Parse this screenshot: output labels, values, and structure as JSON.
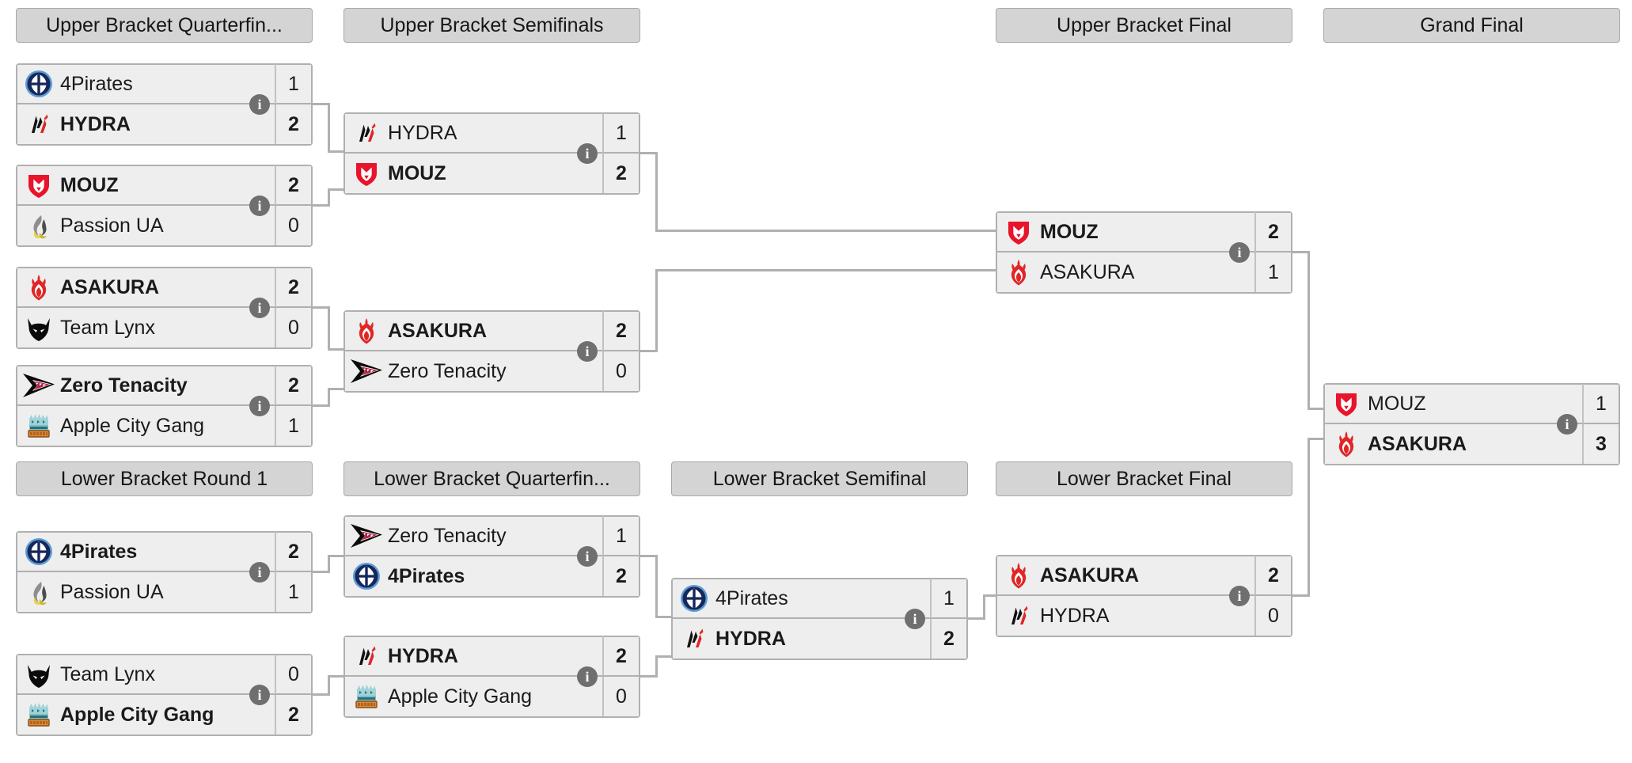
{
  "meta": {
    "accent_gray": "#b0b0b0",
    "header_bg": "#d4d4d4",
    "row_bg": "#eeeeee",
    "info_badge_glyph": "i",
    "info_badge_color": "#6f6f6f"
  },
  "rounds": [
    {
      "id": "ub-qf",
      "label": "Upper Bracket Quarterfin..."
    },
    {
      "id": "ub-sf",
      "label": "Upper Bracket Semifinals"
    },
    {
      "id": "ub-f",
      "label": "Upper Bracket Final"
    },
    {
      "id": "gf",
      "label": "Grand Final"
    },
    {
      "id": "lb-r1",
      "label": "Lower Bracket Round 1"
    },
    {
      "id": "lb-qf",
      "label": "Lower Bracket Quarterfin..."
    },
    {
      "id": "lb-sf",
      "label": "Lower Bracket Semifinal"
    },
    {
      "id": "lb-f",
      "label": "Lower Bracket Final"
    }
  ],
  "matches": [
    {
      "id": "ubqf1",
      "round": "ub-qf",
      "top": {
        "team": "4Pirates",
        "logo": "4pirates-logo",
        "score": "1",
        "winner": false
      },
      "bottom": {
        "team": "HYDRA",
        "logo": "hydra-logo",
        "score": "2",
        "winner": true
      }
    },
    {
      "id": "ubqf2",
      "round": "ub-qf",
      "top": {
        "team": "MOUZ",
        "logo": "mouz-logo",
        "score": "2",
        "winner": true
      },
      "bottom": {
        "team": "Passion UA",
        "logo": "passionua-logo",
        "score": "0",
        "winner": false
      }
    },
    {
      "id": "ubqf3",
      "round": "ub-qf",
      "top": {
        "team": "ASAKURA",
        "logo": "asakura-logo",
        "score": "2",
        "winner": true
      },
      "bottom": {
        "team": "Team Lynx",
        "logo": "teamlynx-logo",
        "score": "0",
        "winner": false
      }
    },
    {
      "id": "ubqf4",
      "round": "ub-qf",
      "top": {
        "team": "Zero Tenacity",
        "logo": "zerotenacity-logo",
        "score": "2",
        "winner": true
      },
      "bottom": {
        "team": "Apple City Gang",
        "logo": "applecity-logo",
        "score": "1",
        "winner": false
      }
    },
    {
      "id": "ubsf1",
      "round": "ub-sf",
      "top": {
        "team": "HYDRA",
        "logo": "hydra-logo",
        "score": "1",
        "winner": false
      },
      "bottom": {
        "team": "MOUZ",
        "logo": "mouz-logo",
        "score": "2",
        "winner": true
      }
    },
    {
      "id": "ubsf2",
      "round": "ub-sf",
      "top": {
        "team": "ASAKURA",
        "logo": "asakura-logo",
        "score": "2",
        "winner": true
      },
      "bottom": {
        "team": "Zero Tenacity",
        "logo": "zerotenacity-logo",
        "score": "0",
        "winner": false
      }
    },
    {
      "id": "ubf1",
      "round": "ub-f",
      "top": {
        "team": "MOUZ",
        "logo": "mouz-logo",
        "score": "2",
        "winner": true
      },
      "bottom": {
        "team": "ASAKURA",
        "logo": "asakura-logo",
        "score": "1",
        "winner": false
      }
    },
    {
      "id": "gf1",
      "round": "gf",
      "top": {
        "team": "MOUZ",
        "logo": "mouz-logo",
        "score": "1",
        "winner": false
      },
      "bottom": {
        "team": "ASAKURA",
        "logo": "asakura-logo",
        "score": "3",
        "winner": true
      }
    },
    {
      "id": "lbr1a",
      "round": "lb-r1",
      "top": {
        "team": "4Pirates",
        "logo": "4pirates-logo",
        "score": "2",
        "winner": true
      },
      "bottom": {
        "team": "Passion UA",
        "logo": "passionua-logo",
        "score": "1",
        "winner": false
      }
    },
    {
      "id": "lbr1b",
      "round": "lb-r1",
      "top": {
        "team": "Team Lynx",
        "logo": "teamlynx-logo",
        "score": "0",
        "winner": false
      },
      "bottom": {
        "team": "Apple City Gang",
        "logo": "applecity-logo",
        "score": "2",
        "winner": true
      }
    },
    {
      "id": "lbqf1",
      "round": "lb-qf",
      "top": {
        "team": "Zero Tenacity",
        "logo": "zerotenacity-logo",
        "score": "1",
        "winner": false
      },
      "bottom": {
        "team": "4Pirates",
        "logo": "4pirates-logo",
        "score": "2",
        "winner": true
      }
    },
    {
      "id": "lbqf2",
      "round": "lb-qf",
      "top": {
        "team": "HYDRA",
        "logo": "hydra-logo",
        "score": "2",
        "winner": true
      },
      "bottom": {
        "team": "Apple City Gang",
        "logo": "applecity-logo",
        "score": "0",
        "winner": false
      }
    },
    {
      "id": "lbsf1",
      "round": "lb-sf",
      "top": {
        "team": "4Pirates",
        "logo": "4pirates-logo",
        "score": "1",
        "winner": false
      },
      "bottom": {
        "team": "HYDRA",
        "logo": "hydra-logo",
        "score": "2",
        "winner": true
      }
    },
    {
      "id": "lbf1",
      "round": "lb-f",
      "top": {
        "team": "ASAKURA",
        "logo": "asakura-logo",
        "score": "2",
        "winner": true
      },
      "bottom": {
        "team": "HYDRA",
        "logo": "hydra-logo",
        "score": "0",
        "winner": false
      }
    }
  ]
}
